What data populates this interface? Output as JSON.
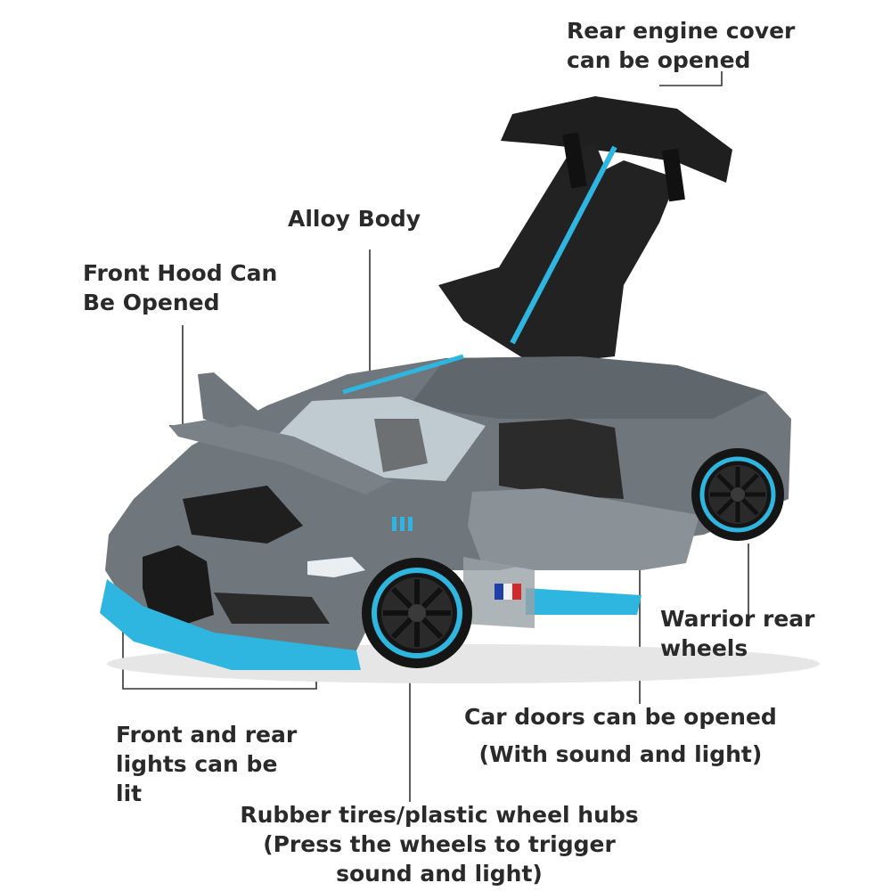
{
  "labels": {
    "rear_engine_cover": [
      "Rear engine cover",
      "can be opened"
    ],
    "alloy_body": [
      "Alloy Body"
    ],
    "front_hood": [
      "Front Hood Can",
      "Be Opened"
    ],
    "warrior_rear_wheels": [
      "Warrior rear",
      "wheels"
    ],
    "car_doors": [
      "Car doors can be opened",
      "(With sound and light)"
    ],
    "front_rear_lights": [
      "Front and rear",
      "lights can be",
      "lit"
    ],
    "rubber_tires": [
      "Rubber tires/plastic wheel hubs",
      "(Press the wheels to trigger",
      "sound and light)"
    ]
  },
  "colors": {
    "body": "#6f777d",
    "body_dark": "#4c5358",
    "accent_blue": "#2fb6e0",
    "black": "#1c1c1c",
    "label_text": "#2a2a2a"
  }
}
